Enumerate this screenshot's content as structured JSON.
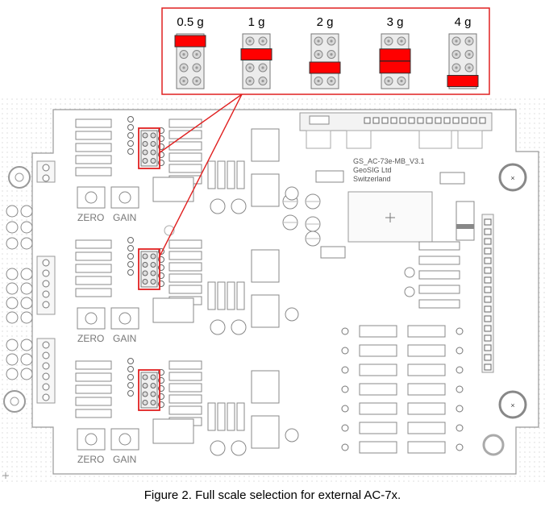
{
  "jumper_inset": {
    "border_color": "#e02020",
    "fill_color": "#ff0000",
    "options": [
      {
        "label": "0.5 g",
        "position": 0
      },
      {
        "label": "1 g",
        "position": 1
      },
      {
        "label": "2 g",
        "position": 2
      },
      {
        "label": "3 g",
        "position": 1.5
      },
      {
        "label": "4 g",
        "position": 3
      }
    ]
  },
  "board": {
    "name": "GS_AC-73e-MB_V3.1",
    "company": "GeoSIG Ltd",
    "country": "Switzerland",
    "channels": [
      {
        "zero_label": "ZERO",
        "gain_label": "GAIN"
      },
      {
        "zero_label": "ZERO",
        "gain_label": "GAIN"
      },
      {
        "zero_label": "ZERO",
        "gain_label": "GAIN"
      }
    ]
  },
  "caption": "Figure 2. Full scale selection for external AC-7x."
}
